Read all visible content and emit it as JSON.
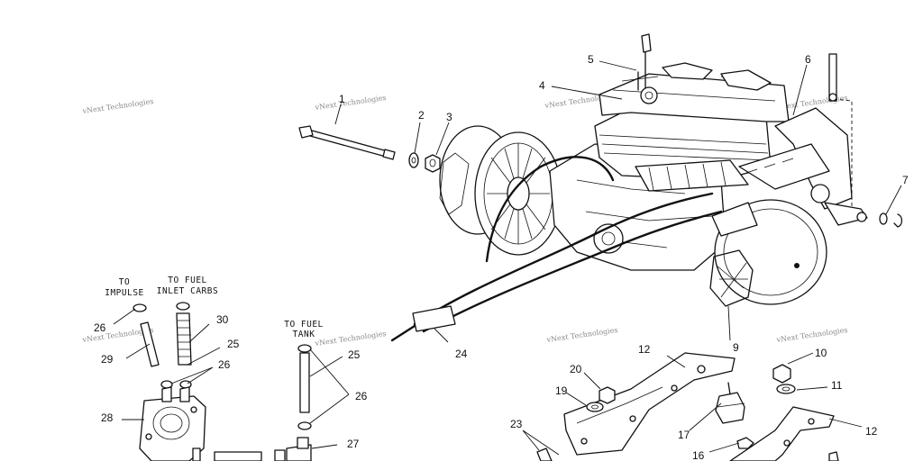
{
  "diagram": {
    "callouts": [
      "1",
      "2",
      "3",
      "4",
      "5",
      "6",
      "7",
      "9",
      "10",
      "11",
      "12",
      "12",
      "16",
      "17",
      "19",
      "20",
      "23",
      "24",
      "25",
      "25",
      "26",
      "26",
      "26",
      "27",
      "28",
      "29",
      "30"
    ],
    "hose_labels": {
      "impulse_line1": "TO",
      "impulse_line2": "IMPULSE",
      "fuel_outlet_line1": "TO FUEL",
      "fuel_outlet_line2": "INLET CARBS",
      "fuel_tank_line1": "TO FUEL",
      "fuel_tank_line2": "TANK"
    },
    "watermark": "vNext Technologies",
    "colors": {
      "line": "#111111",
      "background": "#ffffff",
      "watermark": "#8a8a8a"
    }
  }
}
